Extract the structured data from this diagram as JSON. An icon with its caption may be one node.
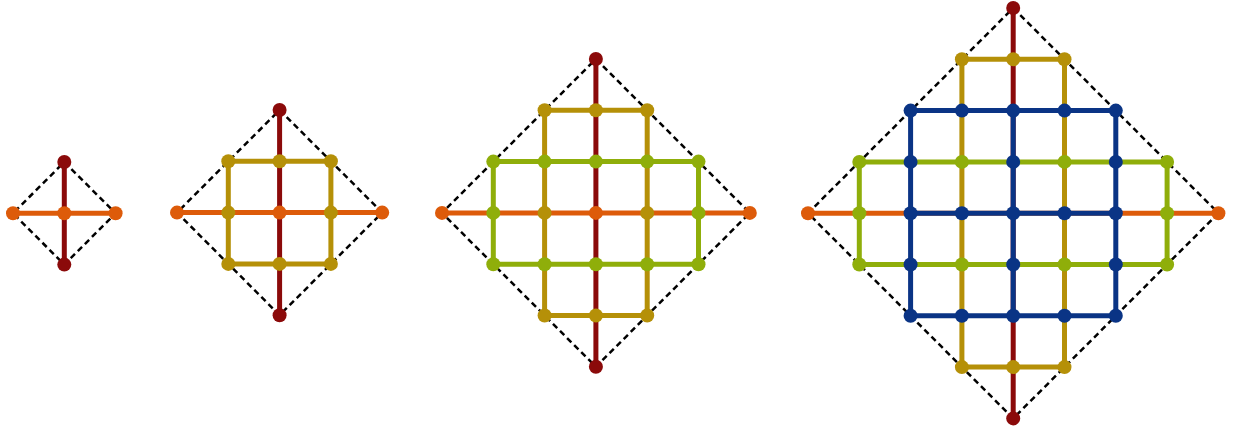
{
  "diagram": {
    "nodes": [
      {
        "text": [],
        "shape": "diamond"
      },
      {
        "text": [],
        "shape": "diamond"
      },
      {
        "text": [],
        "shape": "diamond"
      },
      {
        "text": [],
        "shape": "diamond"
      }
    ]
  }
}
